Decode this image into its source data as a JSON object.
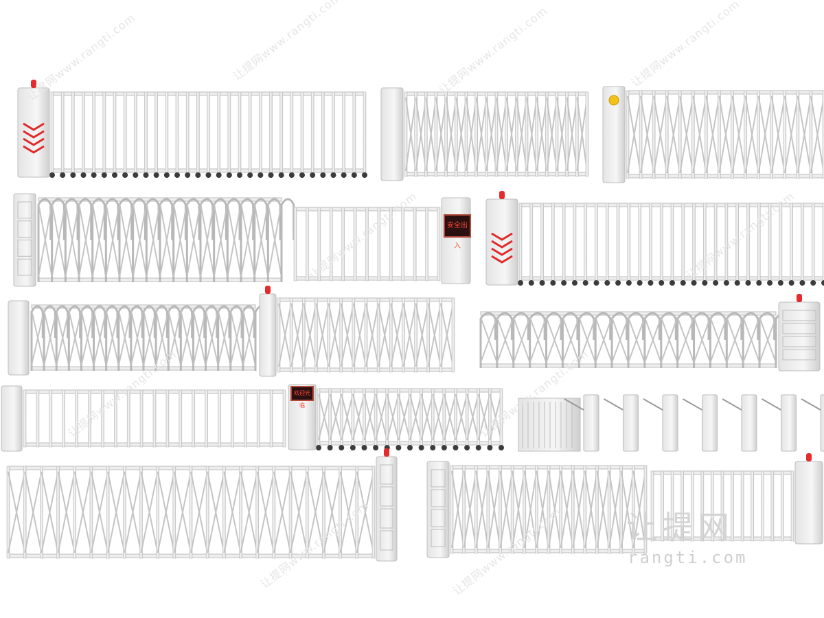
{
  "watermark": {
    "text": "让提网www.rangti.com",
    "logo_cn": "让提网",
    "logo_url": "rangti.com"
  },
  "signs": {
    "sign_a": "安全出入",
    "sign_b": "欢迎光临"
  },
  "colors": {
    "background": "#ffffff",
    "gate_light": "#eeeeee",
    "gate_edge": "#bdbdbd",
    "gate_shadow": "#8a8a8a",
    "wheel": "#3c3c3c",
    "alarm_red": "#e52b2b",
    "chevron_red": "#e02a2a",
    "yellow_light": "#f2c21a",
    "watermark": "#e6e6e6"
  },
  "gates": [
    {
      "id": "gate-1",
      "style": "vertical",
      "box": "red-chevron",
      "alarm": true,
      "wheels": true
    },
    {
      "id": "gate-2",
      "style": "scissor",
      "box": "plain"
    },
    {
      "id": "gate-3",
      "style": "scissor",
      "box": "yellow-light"
    },
    {
      "id": "gate-4",
      "style": "arched",
      "box": "panel"
    },
    {
      "id": "gate-5",
      "style": "vertical",
      "box": "sign-a"
    },
    {
      "id": "gate-6",
      "style": "vertical",
      "box": "red-chevron",
      "alarm": true,
      "wheels": true
    },
    {
      "id": "gate-7",
      "style": "arched",
      "box": "plain"
    },
    {
      "id": "gate-8",
      "style": "scissor",
      "box": "plain",
      "alarm": true
    },
    {
      "id": "gate-9",
      "style": "arched",
      "box": "tall",
      "alarm": true
    },
    {
      "id": "gate-10",
      "style": "vertical",
      "box": "plain"
    },
    {
      "id": "gate-11",
      "style": "scissor",
      "box": "sign-b",
      "wheels": true
    },
    {
      "id": "gate-12",
      "style": "swing-barriers",
      "box": "plain"
    },
    {
      "id": "gate-13",
      "style": "scissor",
      "box": "tall",
      "alarm": true
    },
    {
      "id": "gate-14",
      "style": "scissor",
      "box": "panel"
    },
    {
      "id": "gate-15",
      "style": "vertical",
      "box": "plain",
      "alarm": true
    }
  ]
}
